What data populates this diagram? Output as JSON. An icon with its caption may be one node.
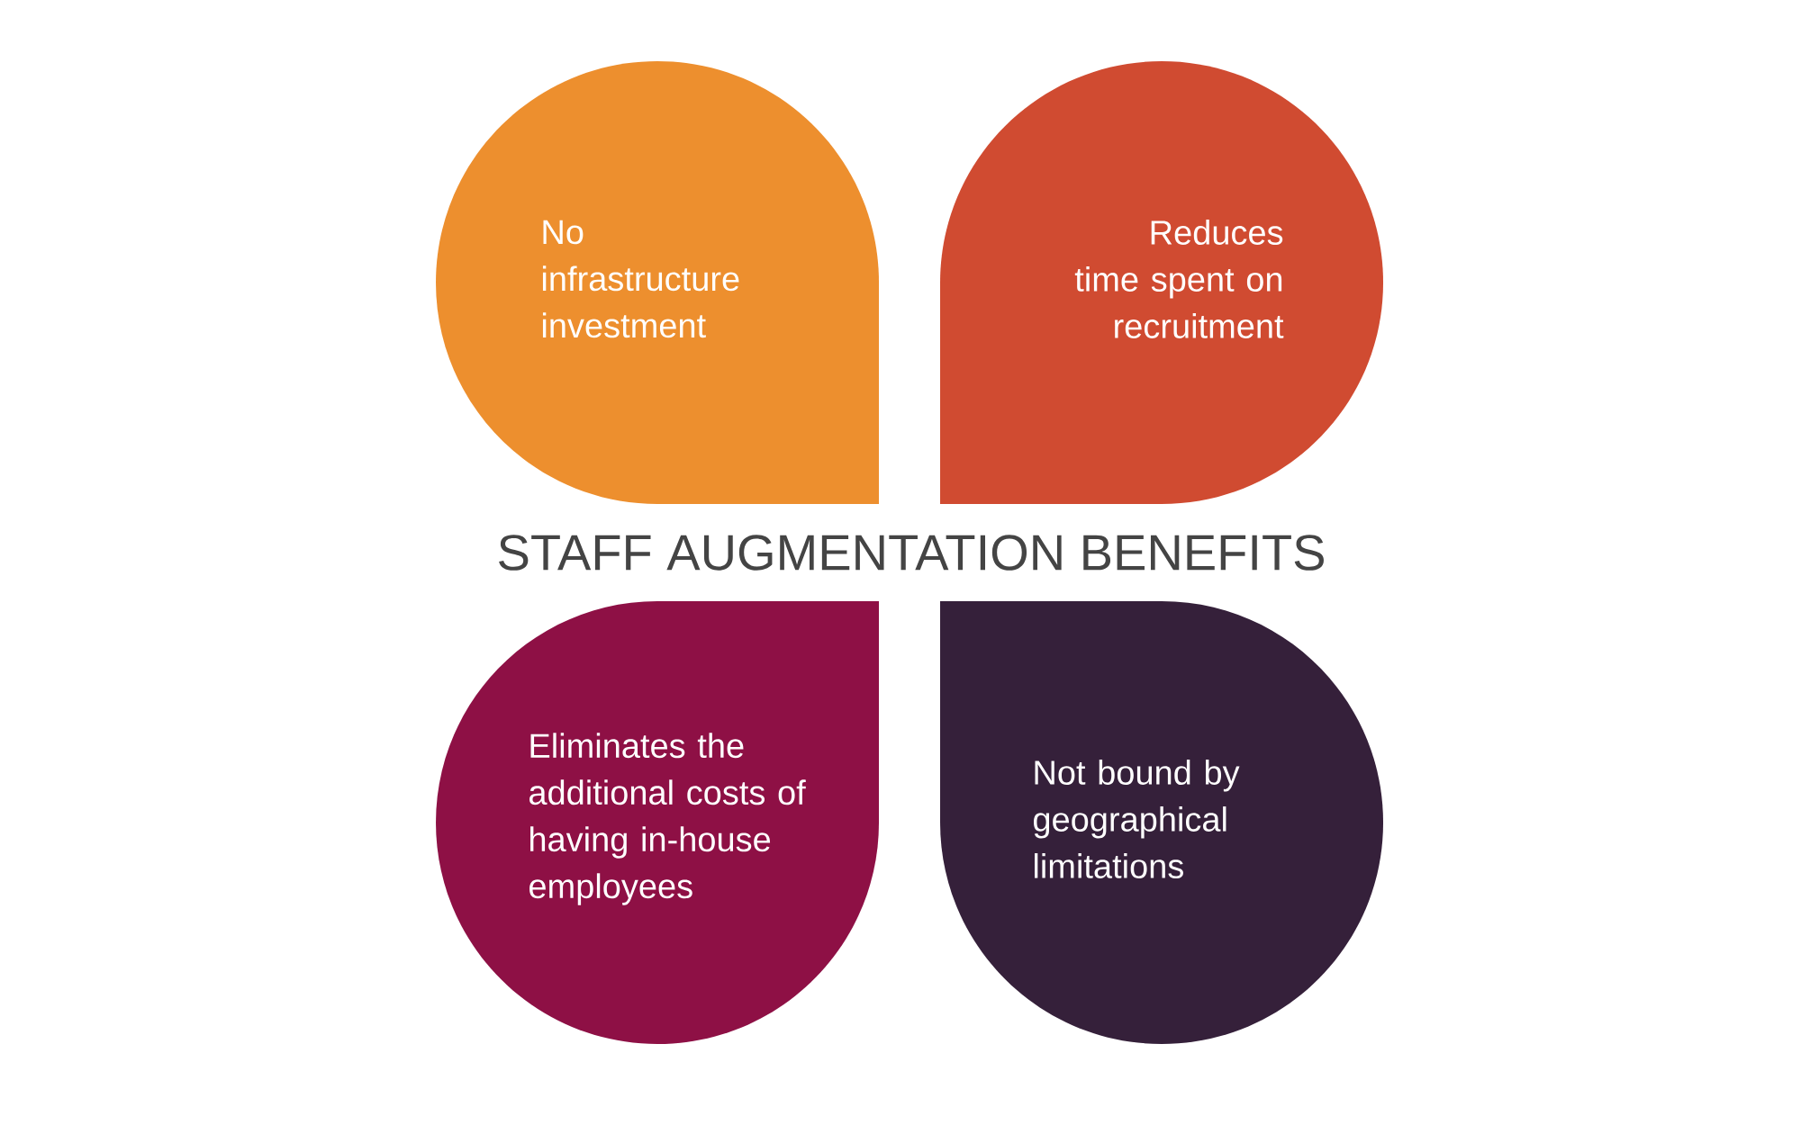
{
  "diagram": {
    "title": "STAFF AUGMENTATION BENEFITS",
    "nodes": [
      {
        "text": [
          "No infrastructure investment"
        ]
      },
      {
        "text": [
          "Reduces time spent on recruitment"
        ]
      },
      {
        "text": [
          "Eliminates the additional costs of having in-house employees"
        ]
      },
      {
        "text": [
          "Not bound by geographical limitations"
        ]
      }
    ]
  }
}
